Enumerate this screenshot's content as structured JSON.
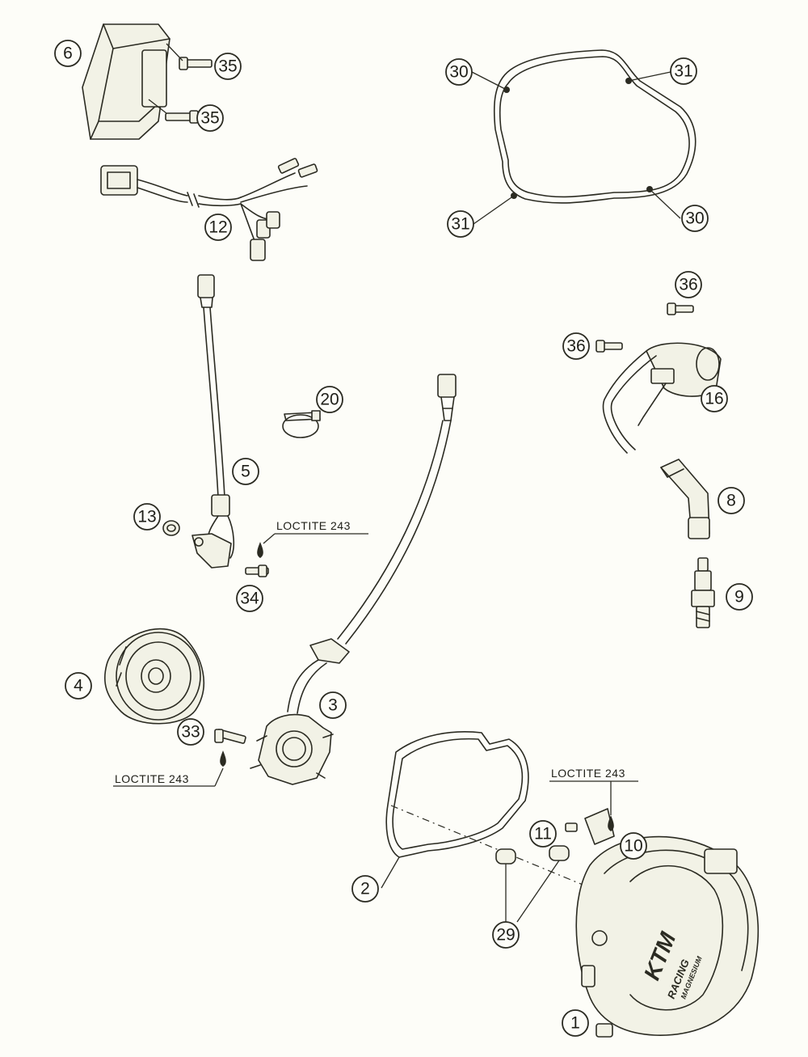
{
  "diagram": {
    "callouts": [
      "1",
      "2",
      "3",
      "4",
      "5",
      "6",
      "8",
      "9",
      "10",
      "11",
      "12",
      "13",
      "16",
      "20",
      "29",
      "30",
      "31",
      "33",
      "34",
      "35",
      "36"
    ],
    "notes": {
      "loctite": "LOCTITE 243"
    },
    "cover_logo": {
      "brand": "KTM",
      "line2": "RACING",
      "line3": "MAGNESIUM"
    }
  }
}
